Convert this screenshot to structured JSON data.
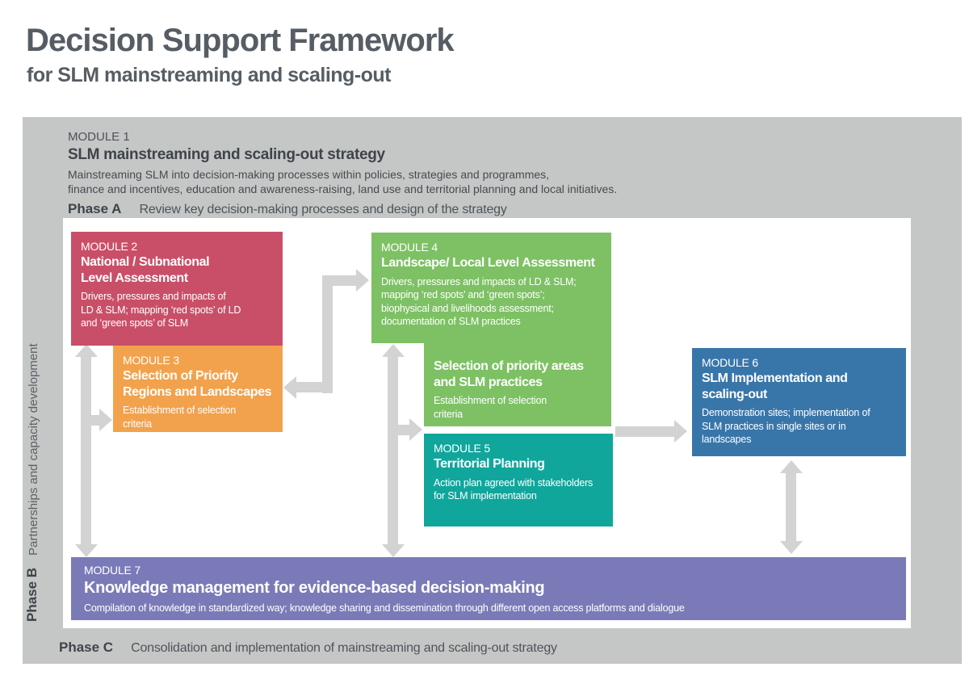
{
  "header": {
    "title": "Decision Support Framework",
    "subtitle": "for SLM mainstreaming and scaling-out"
  },
  "module1": {
    "label": "MODULE 1",
    "title": "SLM mainstreaming and scaling-out strategy",
    "desc": "Mainstreaming SLM into decision-making processes within policies, strategies and programmes,\nfinance and incentives, education and awareness-raising, land use and territorial planning and local initiatives."
  },
  "phase_a": {
    "label": "Phase A",
    "text": "Review key decision-making processes and design of the strategy"
  },
  "side": {
    "partnerships_label": "Partnerships and capacity development",
    "phase_b_label": "Phase B"
  },
  "phase_c": {
    "label": "Phase C",
    "text": "Consolidation and implementation of mainstreaming and scaling-out strategy"
  },
  "modules": {
    "m2": {
      "label": "MODULE 2",
      "title": "National / Subnational\nLevel Assessment",
      "desc": "Drivers, pressures and impacts of\nLD & SLM; mapping ‘red spots’ of LD\nand ‘green spots’ of SLM",
      "color": "#c94f68"
    },
    "m3": {
      "label": "MODULE 3",
      "title": "Selection of Priority\nRegions and Landscapes",
      "desc": "Establishment of selection\ncriteria",
      "color": "#f2a24d"
    },
    "m4": {
      "label": "MODULE 4",
      "title": "Landscape/ Local Level Assessment",
      "desc": "Drivers, pressures and impacts of LD & SLM;\nmapping ‘red spots’ and ‘green spots’;\nbiophysical and livelihoods assessment;\ndocumentation of SLM practices",
      "color": "#7dc164"
    },
    "m4_selection": {
      "title": "Selection of priority areas\nand SLM practices",
      "desc": "Establishment of selection\ncriteria",
      "color": "#7dc164"
    },
    "m5": {
      "label": "MODULE 5",
      "title": "Territorial Planning",
      "desc": "Action plan agreed with stakeholders\nfor SLM implementation",
      "color": "#10a69c"
    },
    "m6": {
      "label": "MODULE 6",
      "title": "SLM Implementation and\nscaling-out",
      "desc": "Demonstration sites; implementation of\nSLM practices in single sites or in\nlandscapes",
      "color": "#3876aa"
    },
    "m7": {
      "label": "MODULE 7",
      "title": "Knowledge management for evidence-based decision-making",
      "desc": "Compilation of knowledge in standardized way; knowledge sharing and dissemination through different open access platforms and dialogue",
      "color": "#7b7ab8"
    }
  },
  "colors": {
    "panel_background": "#c5c7c6",
    "inner_panel": "#ffffff",
    "arrows": "#d2d3d2",
    "heading_text": "#565d64"
  },
  "connections": [
    {
      "id": "m2-m7-vertical",
      "between": [
        "MODULE 2",
        "MODULE 7"
      ],
      "style": "double-headed vertical",
      "branch_to": "MODULE 3"
    },
    {
      "id": "m3-m4-elbow",
      "between": [
        "MODULE 3",
        "MODULE 4"
      ],
      "style": "double-headed elbow"
    },
    {
      "id": "m4-m7-vertical",
      "between": [
        "MODULE 4",
        "MODULE 7"
      ],
      "style": "double-headed vertical",
      "branch_to": "MODULE 5"
    },
    {
      "id": "m5-m6-horizontal",
      "between": [
        "Selection of priority areas / MODULE 5",
        "MODULE 6"
      ],
      "style": "single-headed right"
    },
    {
      "id": "m6-m7-vertical",
      "between": [
        "MODULE 6",
        "MODULE 7"
      ],
      "style": "double-headed vertical"
    }
  ]
}
